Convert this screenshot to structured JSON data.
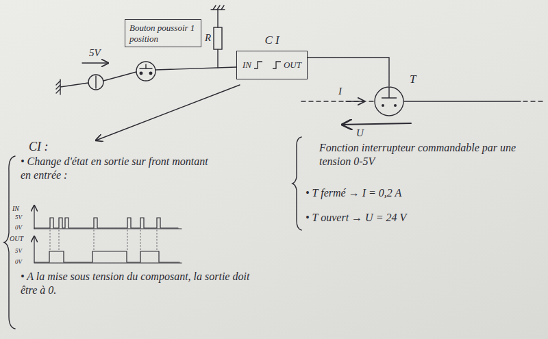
{
  "diagram": {
    "nodes": [
      {
        "text": [
          "Bouton poussoir 1 position"
        ]
      },
      {
        "text": [
          "C I",
          "IN",
          "OUT"
        ]
      },
      {
        "text": [
          "T"
        ]
      }
    ],
    "edges": [
      {
        "from": 1,
        "to": 2,
        "arrow": "none"
      }
    ],
    "labels": [
      "5V",
      "R",
      "I",
      "U",
      "CI :",
      "• Change d'état en sortie sur front montant en entrée :",
      "IN",
      "5V",
      "0V",
      "OUT",
      "5V",
      "0V",
      "• A la mise sous tension du composant, la sortie doit être à 0.",
      "Fonction interrupteur commandable par une tension 0-5V",
      "• T fermé → I = 0,2 A",
      "• T ouvert → U = 24 V"
    ]
  }
}
